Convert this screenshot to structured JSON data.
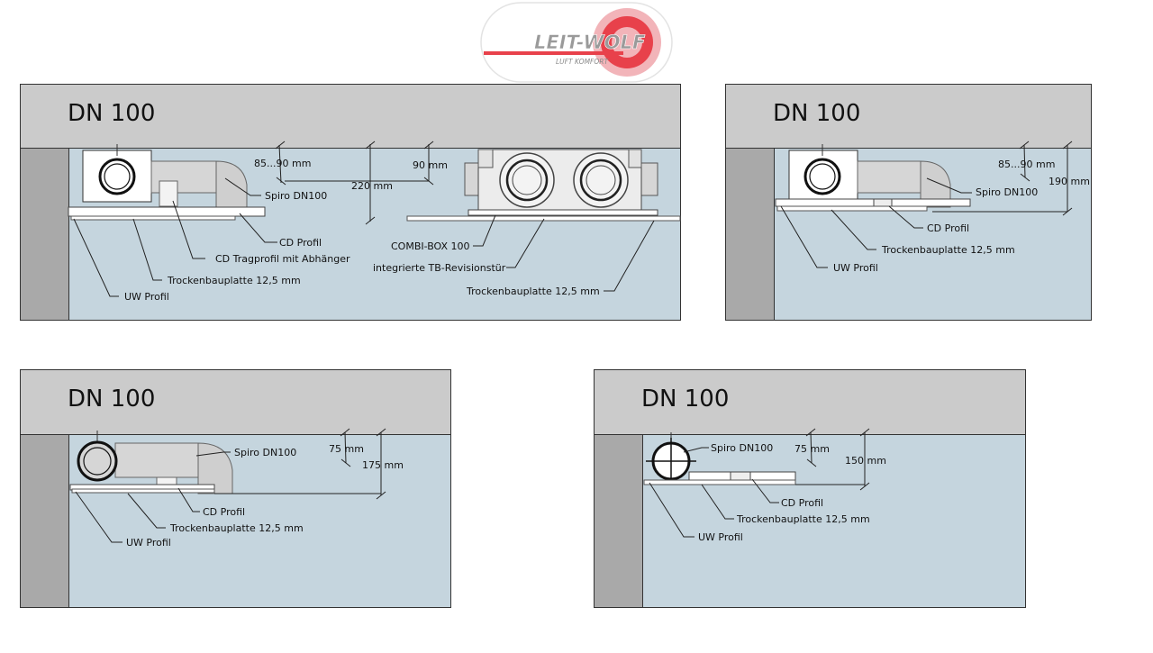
{
  "logo": {
    "brand": "LEIT-WOLF",
    "tagline": "LUFT KOMFORT"
  },
  "panels": [
    {
      "title": "DN 100",
      "labels": {
        "dim1": "85...90 mm",
        "spiro": "Spiro DN100",
        "height": "220 mm",
        "dim2": "90 mm",
        "cd_profil": "CD Profil",
        "cd_trag": "CD Tragprofil mit Abhänger",
        "trocken": "Trockenbauplatte 12,5 mm",
        "uw": "UW Profil",
        "combi": "COMBI-BOX 100",
        "revision": "integrierte TB-Revisionstür",
        "trocken2": "Trockenbauplatte 12,5 mm"
      }
    },
    {
      "title": "DN 100",
      "labels": {
        "dim1": "85...90 mm",
        "spiro": "Spiro DN100",
        "height": "190 mm",
        "cd_profil": "CD Profil",
        "trocken": "Trockenbauplatte 12,5 mm",
        "uw": "UW Profil"
      }
    },
    {
      "title": "DN 100",
      "labels": {
        "spiro": "Spiro DN100",
        "dim1": "75 mm",
        "height": "175 mm",
        "cd_profil": "CD Profil",
        "trocken": "Trockenbauplatte 12,5 mm",
        "uw": "UW Profil"
      }
    },
    {
      "title": "DN 100",
      "labels": {
        "spiro": "Spiro DN100",
        "dim1": "75 mm",
        "height": "150 mm",
        "cd_profil": "CD Profil",
        "trocken": "Trockenbauplatte 12,5 mm",
        "uw": "UW Profil"
      }
    }
  ],
  "colors": {
    "ceiling": "#cbcbcb",
    "room": "#c5d5de",
    "wall": "#a9a9a9",
    "logo_red": "#e8414b",
    "logo_pink": "#f2b4b9"
  }
}
